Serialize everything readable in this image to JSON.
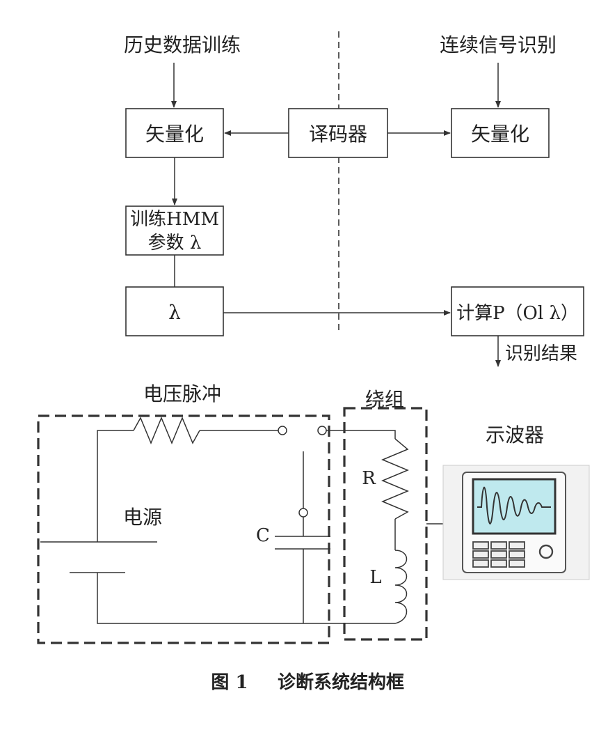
{
  "flow": {
    "history_training": "历史数据训练",
    "continuous_recognition": "连续信号识别",
    "vectorize_left": "矢量化",
    "decoder": "译码器",
    "vectorize_right": "矢量化",
    "train_hmm_line1": "训练HMM",
    "train_hmm_line2": "参数 λ",
    "lambda": "λ",
    "compute_p": "计算P（Ol λ）",
    "result": "识别结果"
  },
  "circuit": {
    "pulse_label": "电压脉冲",
    "winding_label": "绕组",
    "scope_label": "示波器",
    "power_label": "电源",
    "c_label": "C",
    "r_label": "R",
    "l_label": "L"
  },
  "caption": {
    "figure_no": "图 1",
    "title": "诊断系统结构框"
  }
}
